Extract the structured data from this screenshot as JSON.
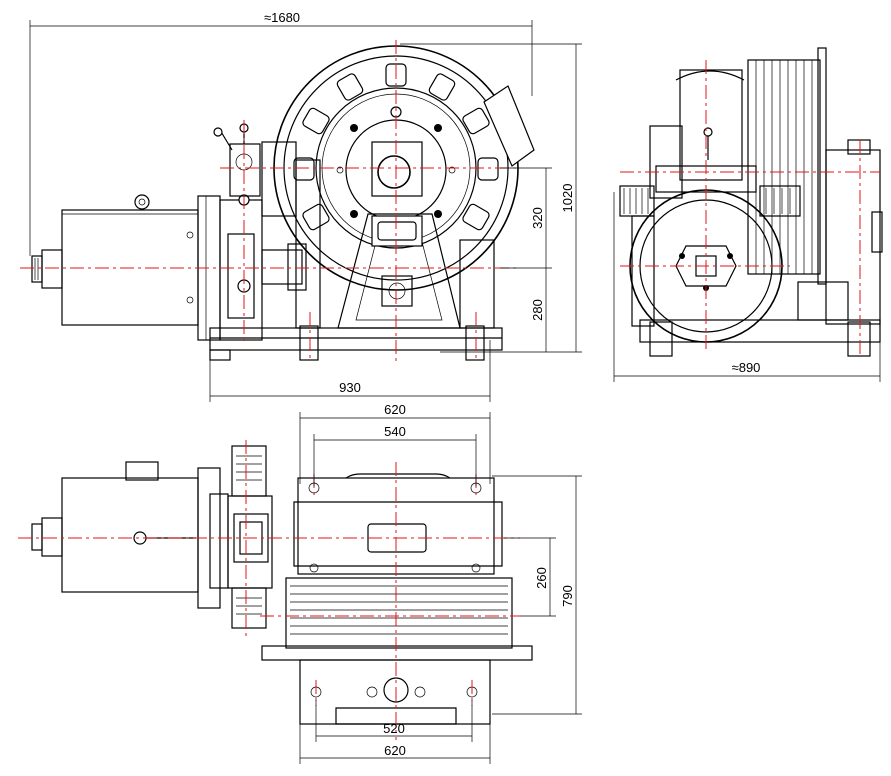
{
  "drawing": {
    "views": [
      "front-view",
      "side-view",
      "top-view"
    ],
    "dimensions": {
      "overall_length": "≈1680",
      "overall_height": "1020",
      "sheave_center_offset": "320",
      "shaft_height": "280",
      "base_length": "930",
      "side_overall_width": "≈890",
      "frame_width_top": "620",
      "bolt_spacing_top": "540",
      "shaft_to_edge": "260",
      "base_depth": "790",
      "bolt_spacing_bottom": "520",
      "frame_width_bottom": "620"
    },
    "colors": {
      "line": "#000000",
      "centerline": "#e0161b",
      "background": "#ffffff"
    }
  }
}
